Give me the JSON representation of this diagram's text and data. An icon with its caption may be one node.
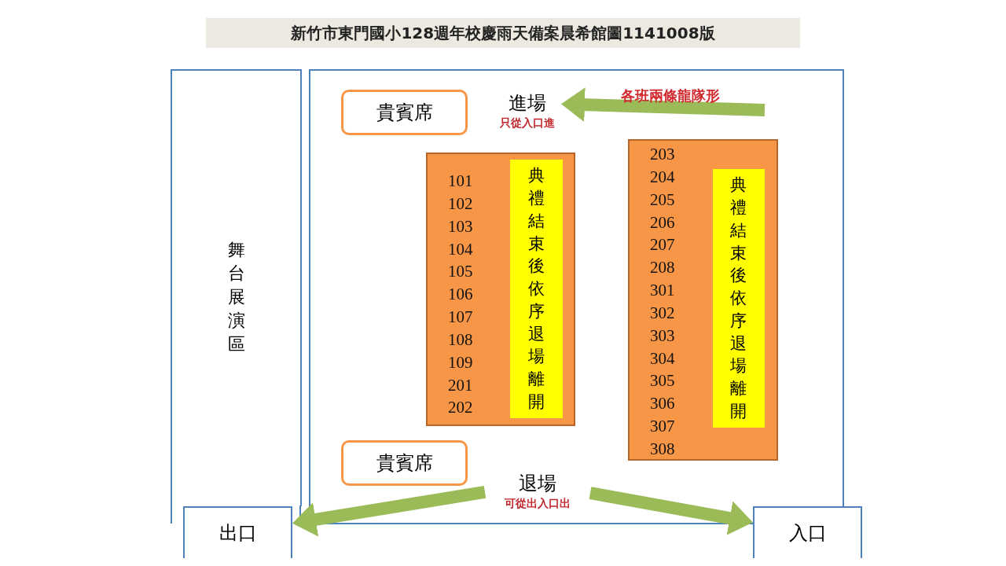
{
  "diagram": {
    "title": "新竹市東門國小128週年校慶雨天備案晨希館圖1141008版",
    "nodes": [
      {
        "text": [
          "舞台展演區"
        ]
      },
      {
        "text": [
          "出口"
        ]
      },
      {
        "text": [],
        "shape": "box"
      },
      {
        "text": [
          "貴賓席"
        ],
        "in": 2
      },
      {
        "text": [
          "進場"
        ],
        "beside": [
          "只從入口進"
        ],
        "in": 2
      },
      {
        "text": [
          "101 102 103 104 105 106 107 108 109 201 202"
        ],
        "in": 2
      },
      {
        "text": [
          "典禮結束後依序退場離開"
        ],
        "in": 5
      },
      {
        "text": [
          "203 204 205 206 207 208 301 302 303 304 305 306 307 308"
        ],
        "in": 2
      },
      {
        "text": [
          "典禮結束後依序退場離開"
        ],
        "in": 7
      },
      {
        "text": [
          "貴賓席"
        ],
        "in": 2
      },
      {
        "text": [
          "退場"
        ],
        "beside": [
          "可從出入口出"
        ],
        "in": 2
      },
      {
        "text": [
          "入口"
        ]
      }
    ],
    "edges": [
      {
        "from": null,
        "to": 4,
        "arrow": "to",
        "label": "各班兩條龍隊形"
      },
      {
        "from": 10,
        "to": 1,
        "arrow": "to"
      },
      {
        "from": 10,
        "to": 11,
        "arrow": "to"
      }
    ]
  }
}
